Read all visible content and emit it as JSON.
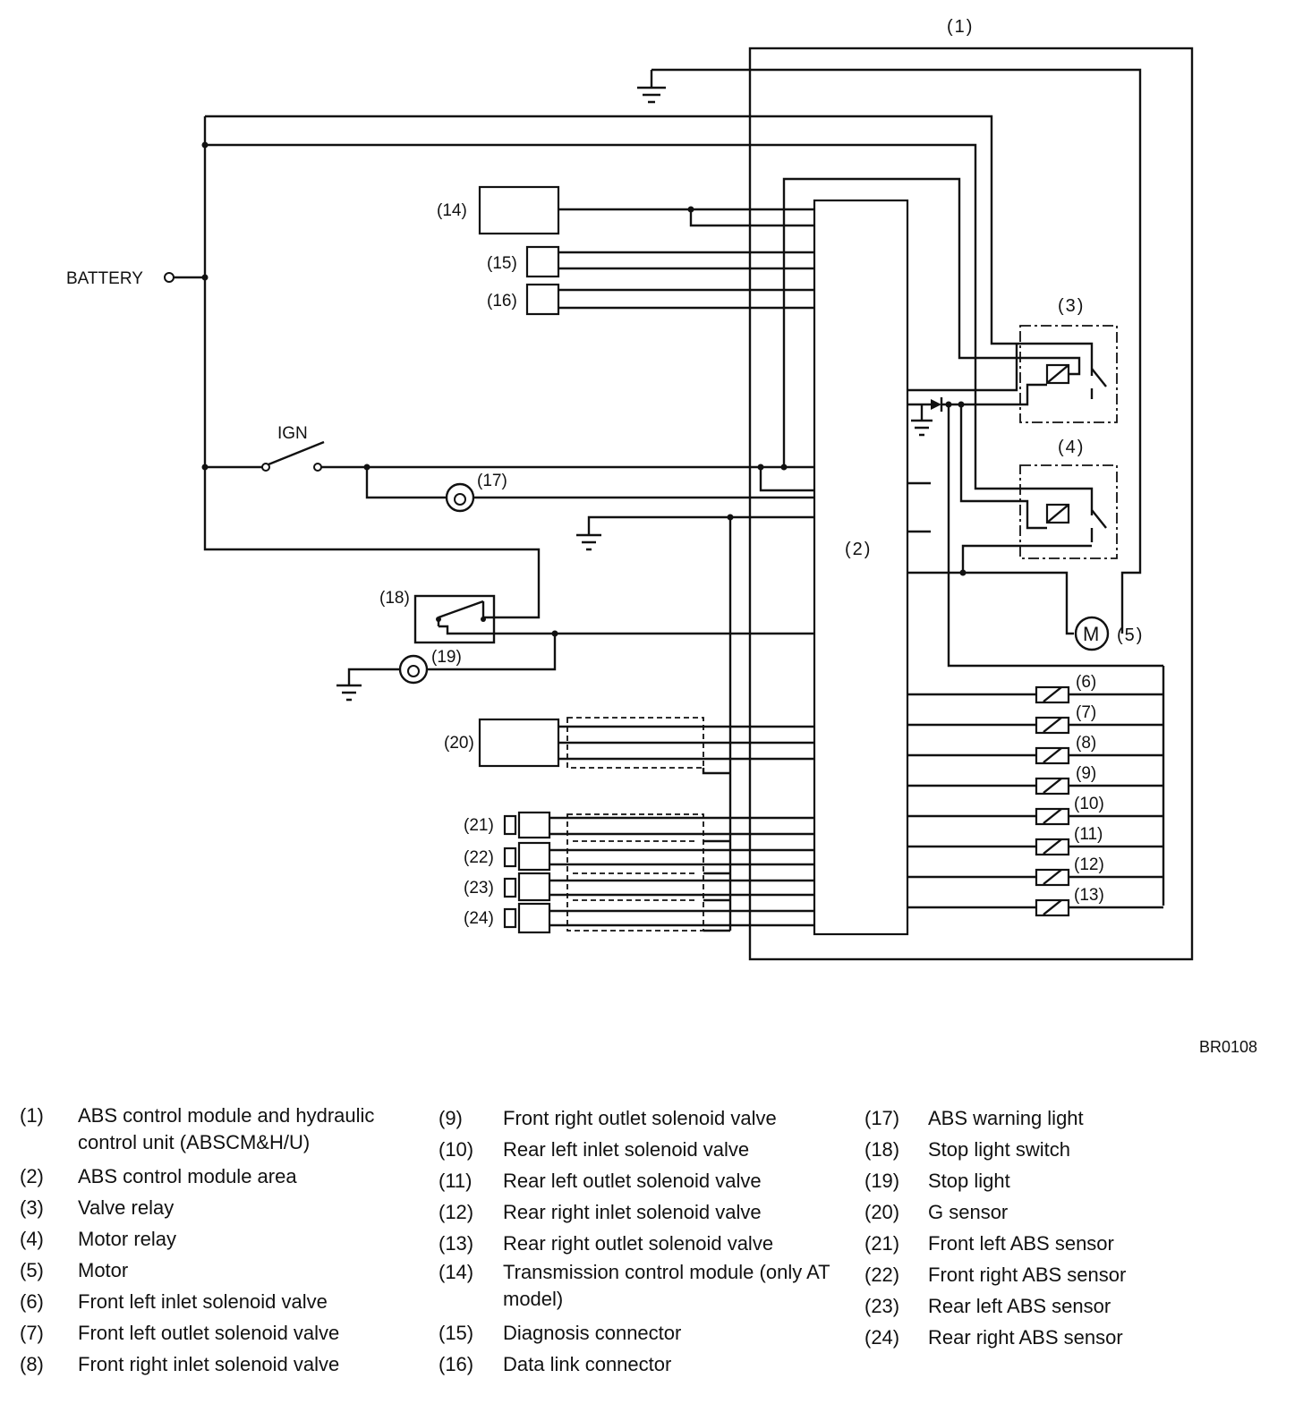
{
  "diagram": {
    "labels": {
      "battery": "BATTERY",
      "ign": "IGN",
      "n1": "(1)",
      "n2": "(2)",
      "n3": "(3)",
      "n4": "(4)",
      "n5": "(5)",
      "n6": "(6)",
      "n7": "(7)",
      "n8": "(8)",
      "n9": "(9)",
      "n10": "(10)",
      "n11": "(11)",
      "n12": "(12)",
      "n13": "(13)",
      "n14": "(14)",
      "n15": "(15)",
      "n16": "(16)",
      "n17": "(17)",
      "n18": "(18)",
      "n19": "(19)",
      "n20": "(20)",
      "n21": "(21)",
      "n22": "(22)",
      "n23": "(23)",
      "n24": "(24)",
      "motor_symbol": "M"
    },
    "ref_code": "BR0108"
  },
  "legend": {
    "col1": [
      {
        "num": "(1)",
        "text": "ABS control module and hydraulic control unit (ABSCM&H/U)"
      },
      {
        "num": "(2)",
        "text": "ABS control module area"
      },
      {
        "num": "(3)",
        "text": "Valve relay"
      },
      {
        "num": "(4)",
        "text": "Motor relay"
      },
      {
        "num": "(5)",
        "text": "Motor"
      },
      {
        "num": "(6)",
        "text": "Front left inlet solenoid valve"
      },
      {
        "num": "(7)",
        "text": "Front left outlet solenoid valve"
      },
      {
        "num": "(8)",
        "text": "Front right inlet solenoid valve"
      }
    ],
    "col2": [
      {
        "num": "(9)",
        "text": "Front right outlet solenoid valve"
      },
      {
        "num": "(10)",
        "text": "Rear left inlet solenoid valve"
      },
      {
        "num": "(11)",
        "text": "Rear left outlet solenoid valve"
      },
      {
        "num": "(12)",
        "text": "Rear right inlet solenoid valve"
      },
      {
        "num": "(13)",
        "text": "Rear right outlet solenoid valve"
      },
      {
        "num": "(14)",
        "text": "Transmission control module (only AT model)"
      },
      {
        "num": "(15)",
        "text": "Diagnosis connector"
      },
      {
        "num": "(16)",
        "text": "Data link connector"
      }
    ],
    "col3": [
      {
        "num": "(17)",
        "text": "ABS warning light"
      },
      {
        "num": "(18)",
        "text": "Stop light switch"
      },
      {
        "num": "(19)",
        "text": "Stop light"
      },
      {
        "num": "(20)",
        "text": "G sensor"
      },
      {
        "num": "(21)",
        "text": "Front left ABS sensor"
      },
      {
        "num": "(22)",
        "text": "Front right ABS sensor"
      },
      {
        "num": "(23)",
        "text": "Rear left ABS sensor"
      },
      {
        "num": "(24)",
        "text": "Rear right ABS sensor"
      }
    ]
  }
}
